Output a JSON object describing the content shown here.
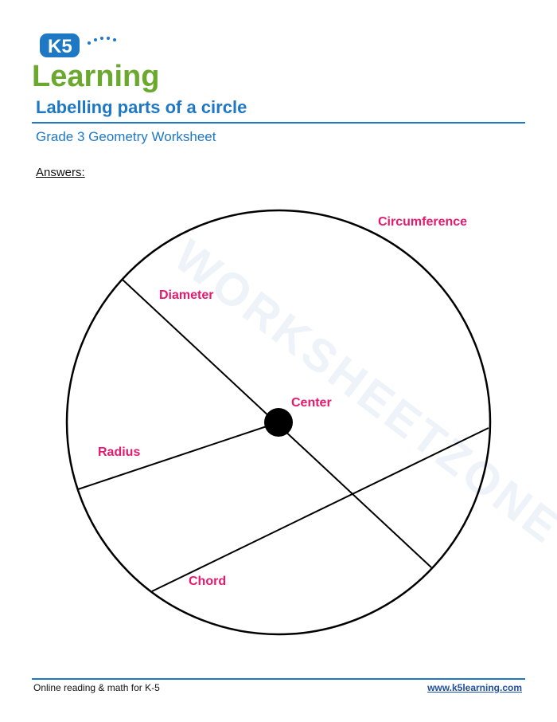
{
  "header": {
    "logo_text_top": "K5",
    "logo_text_bottom": "Learning",
    "title": "Labelling parts of a circle",
    "subtitle": "Grade 3 Geometry Worksheet"
  },
  "answers_label": "Answers:",
  "diagram": {
    "labels": {
      "circumference": "Circumference",
      "diameter": "Diameter",
      "center": "Center",
      "radius": "Radius",
      "chord": "Chord"
    }
  },
  "watermark": "WORKSHEETZONE",
  "footer": {
    "left": "Online reading & math for K-5",
    "right": "www.k5learning.com"
  },
  "colors": {
    "brand_blue": "#1f78c4",
    "label_pink": "#e6196e",
    "logo_green": "#6aa82e"
  }
}
